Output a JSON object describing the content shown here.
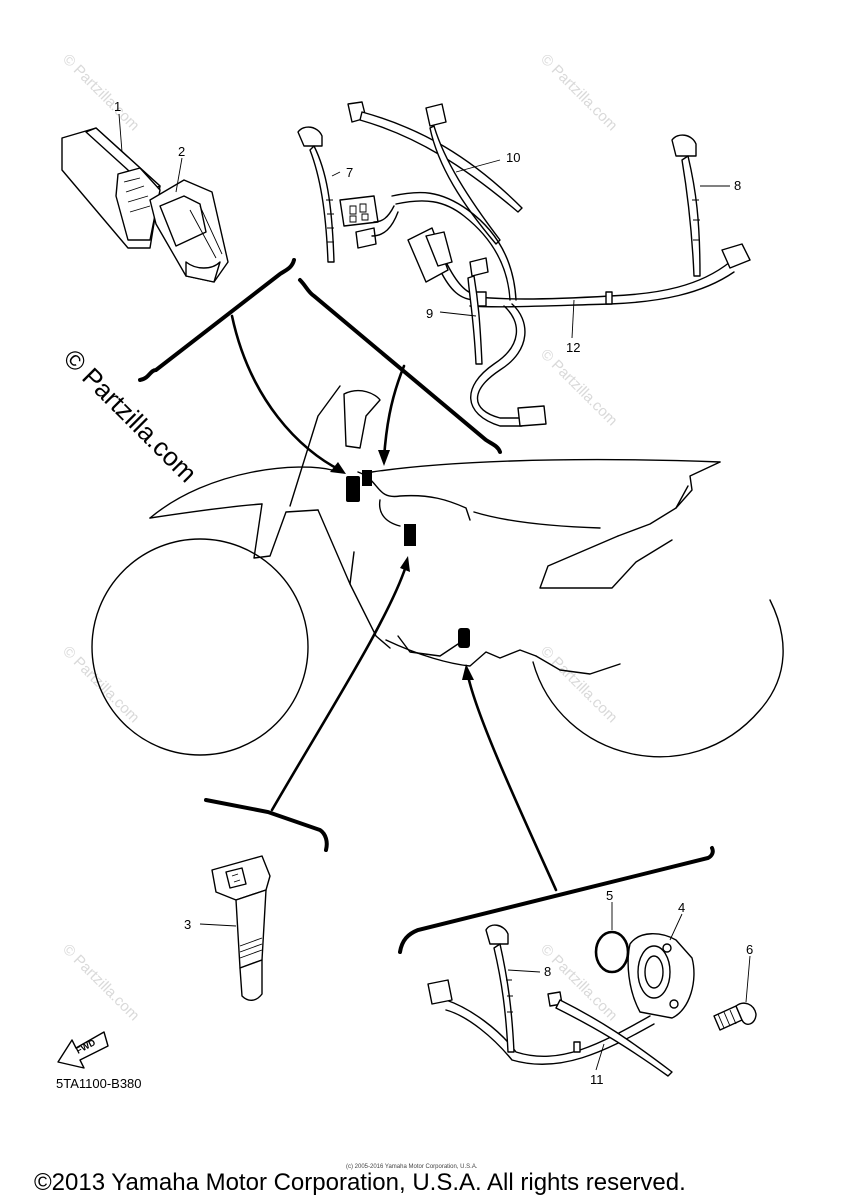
{
  "callouts": [
    "1",
    "2",
    "3",
    "4",
    "5",
    "6",
    "7",
    "8",
    "9",
    "10",
    "11",
    "12"
  ],
  "watermark": {
    "large": "© Partzilla.com",
    "repeat": "© Partzilla.com"
  },
  "fwd_label": "FWD",
  "diagram_code": "5TA1100-B380",
  "small_copyright": "(c) 2005-2016 Yamaha Motor Corporation, U.S.A.",
  "footer_copyright": "©2013 Yamaha Motor Corporation, U.S.A. All rights reserved."
}
